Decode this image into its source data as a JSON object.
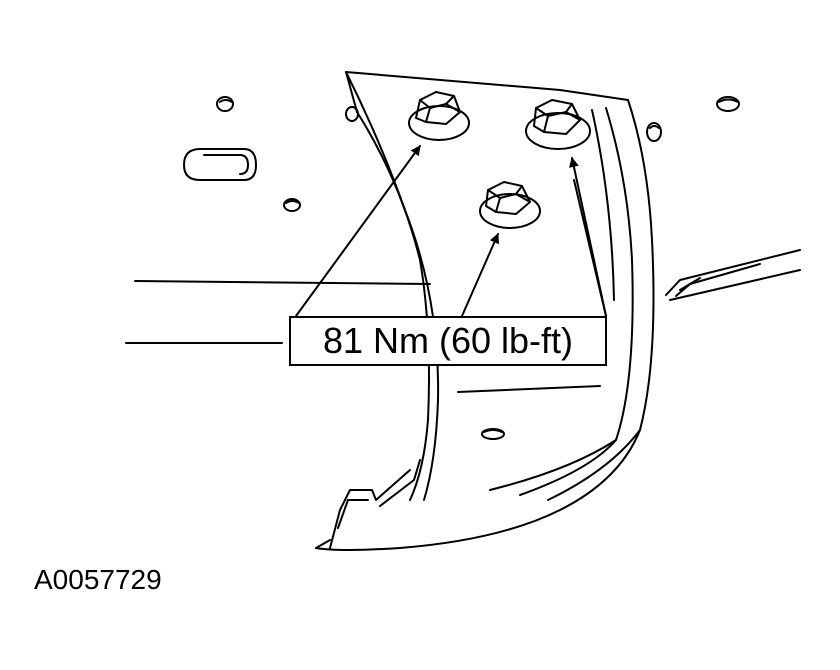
{
  "callout": {
    "torque_label": "81 Nm (60 lb-ft)"
  },
  "figure": {
    "id": "A0057729"
  },
  "colors": {
    "line": "#000000",
    "background": "#ffffff"
  },
  "components": {
    "bolt_count": 3
  }
}
